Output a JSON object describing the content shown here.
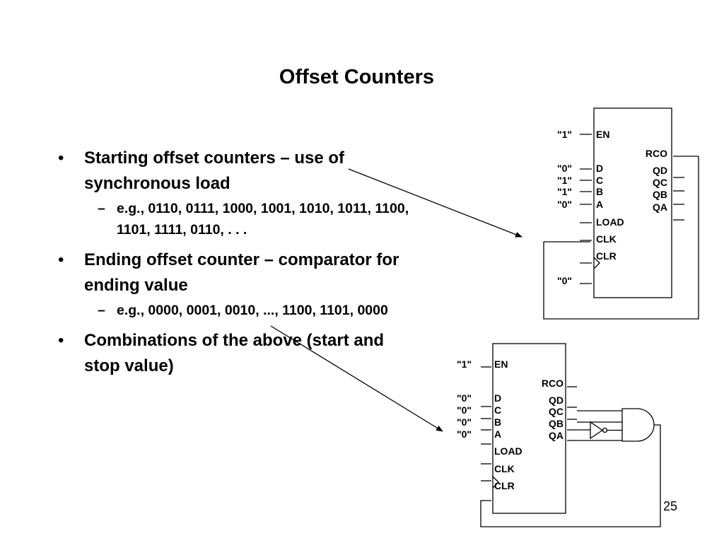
{
  "slide": {
    "title": "Offset Counters",
    "page_number": "25"
  },
  "bullets": [
    {
      "text": "Starting offset counters – use of synchronous load",
      "sub": [
        "e.g., 0110, 0111, 1000, 1001, 1010, 1011, 1100, 1101, 1111, 0110, . . ."
      ]
    },
    {
      "text": "Ending offset counter – comparator for ending value",
      "sub": [
        "e.g., 0000, 0001, 0010, ..., 1100, 1101, 0000"
      ]
    },
    {
      "text": "Combinations of the above (start and stop value)",
      "sub": []
    }
  ],
  "markers": {
    "bullet": "•",
    "dash": "–"
  },
  "counter_top": {
    "pins_left": [
      "EN",
      "D",
      "C",
      "B",
      "A",
      "LOAD",
      "CLK",
      "CLR"
    ],
    "pins_right": [
      "RCO",
      "QD",
      "QC",
      "QB",
      "QA"
    ],
    "inputs": {
      "en": "\"1\"",
      "d": "\"0\"",
      "c": "\"1\"",
      "b": "\"1\"",
      "a": "\"0\"",
      "clr": "\"0\""
    }
  },
  "counter_bottom": {
    "pins_left": [
      "EN",
      "D",
      "C",
      "B",
      "A",
      "LOAD",
      "CLK",
      "CLR"
    ],
    "pins_right": [
      "RCO",
      "QD",
      "QC",
      "QB",
      "QA"
    ],
    "inputs": {
      "en": "\"1\"",
      "d": "\"0\"",
      "c": "\"0\"",
      "b": "\"0\"",
      "a": "\"0\""
    }
  }
}
